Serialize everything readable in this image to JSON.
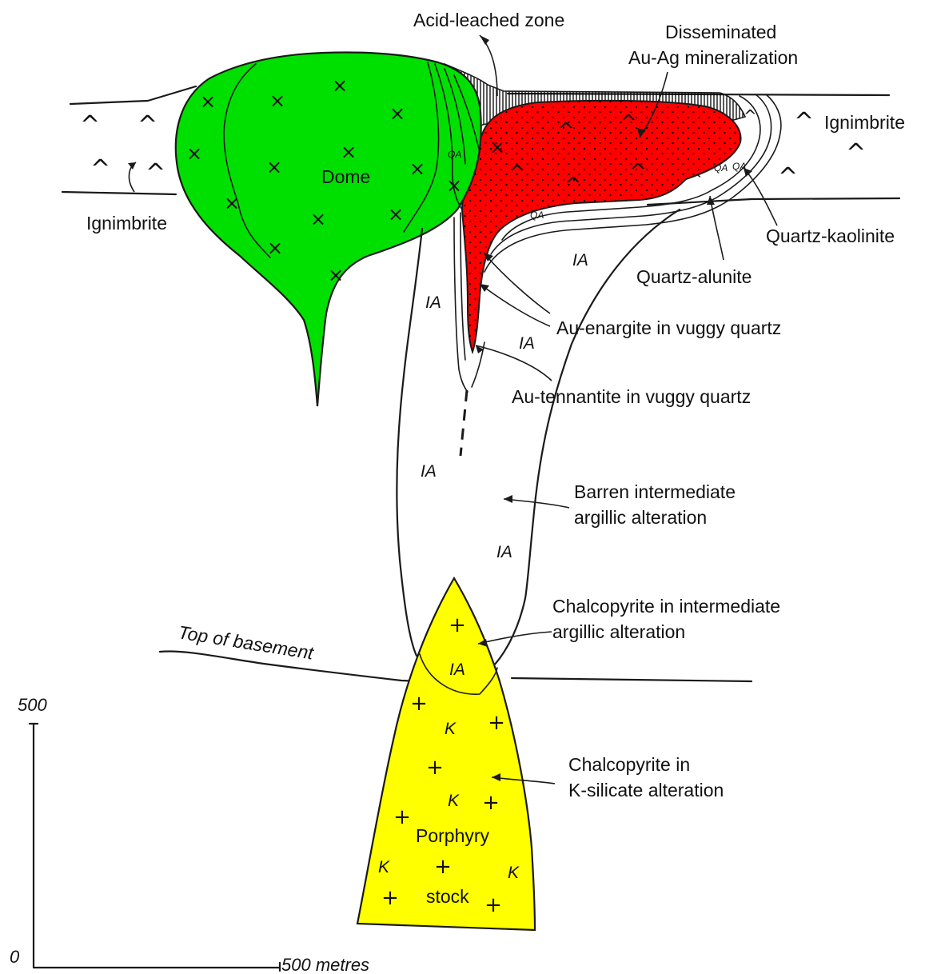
{
  "labels": {
    "acid_leached_zone": "Acid-leached zone",
    "disseminated_line1": "Disseminated",
    "disseminated_line2": "Au-Ag mineralization",
    "ignimbrite_right": "Ignimbrite",
    "ignimbrite_left": "Ignimbrite",
    "dome": "Dome",
    "quartz_kaolinite": "Quartz-kaolinite",
    "quartz_alunite": "Quartz-alunite",
    "au_enargite": "Au-enargite in vuggy quartz",
    "au_tennantite": "Au-tennantite in vuggy quartz",
    "barren_line1": "Barren intermediate",
    "barren_line2": "argillic alteration",
    "chalco_ia_line1": "Chalcopyrite in intermediate",
    "chalco_ia_line2": "argillic alteration",
    "chalco_k_line1": "Chalcopyrite in",
    "chalco_k_line2": "K-silicate alteration",
    "top_of_basement": "Top of basement",
    "porphyry": "Porphyry",
    "stock": "stock"
  },
  "zone_codes": {
    "intermediate_argillic": "IA",
    "quartz_alunite": "QA",
    "k_silicate": "K"
  },
  "scale": {
    "vertical_top": "500",
    "origin": "0",
    "horizontal": "500 metres"
  },
  "colors": {
    "dome": "#00e000",
    "au_ag_mineralization": "#ff0000",
    "porphyry_stock": "#ffff00",
    "lines": "#1a1a1a"
  }
}
